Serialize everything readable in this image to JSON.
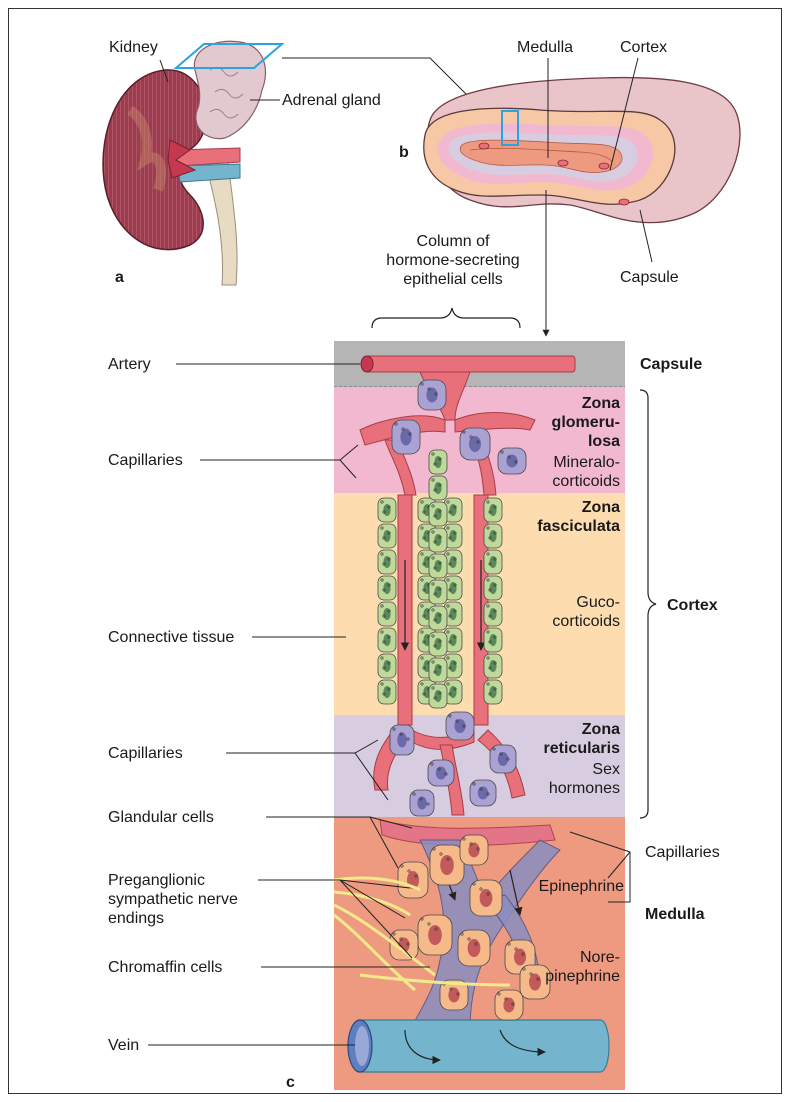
{
  "panel_a": {
    "letter": "a",
    "kidney": "Kidney",
    "adrenal_gland": "Adrenal gland"
  },
  "panel_b": {
    "letter": "b",
    "medulla": "Medulla",
    "cortex": "Cortex",
    "capsule": "Capsule"
  },
  "panel_c": {
    "letter": "c",
    "column_label": [
      "Column of",
      "hormone-secreting",
      "epithelial cells"
    ],
    "left_labels": {
      "artery": "Artery",
      "capillaries_1": "Capillaries",
      "connective_tissue": "Connective tissue",
      "capillaries_2": "Capillaries",
      "glandular_cells": "Glandular cells",
      "preganglionic": [
        "Preganglionic",
        "sympathetic nerve",
        "endings"
      ],
      "chromaffin_cells": "Chromaffin cells",
      "vein": "Vein"
    },
    "zones": {
      "glomerulosa_title": [
        "Zona",
        "glomeru-",
        "losa"
      ],
      "glomerulosa_hormone": [
        "Mineralo-",
        "corticoids"
      ],
      "fasciculata_title": [
        "Zona",
        "fasciculata"
      ],
      "fasciculata_hormone": [
        "Guco-",
        "corticoids"
      ],
      "reticularis_title": [
        "Zona",
        "reticularis"
      ],
      "reticularis_hormone": [
        "Sex",
        "hormones"
      ],
      "epinephrine": "Epinephrine",
      "norepinephrine": [
        "Nore-",
        "pinephrine"
      ]
    },
    "right_labels": {
      "capsule": "Capsule",
      "cortex": "Cortex",
      "capillaries": "Capillaries",
      "medulla": "Medulla"
    }
  },
  "colors": {
    "capsule_gray": "#b5b5b5",
    "glomerulosa_pink": "#f2b8cf",
    "fasciculata_peach": "#fddcb0",
    "reticularis_lavender": "#d8cde0",
    "medulla_salmon": "#ee9a80",
    "vessel_red": "#e8707a",
    "vein_blue": "#74b4cc",
    "cell_green": "#bfd99a",
    "cell_purple": "#a9a2d2",
    "cell_orange": "#f6b98a",
    "nerve_yellow": "#f2ea8a",
    "highlight_blue": "#2aa3e0"
  }
}
